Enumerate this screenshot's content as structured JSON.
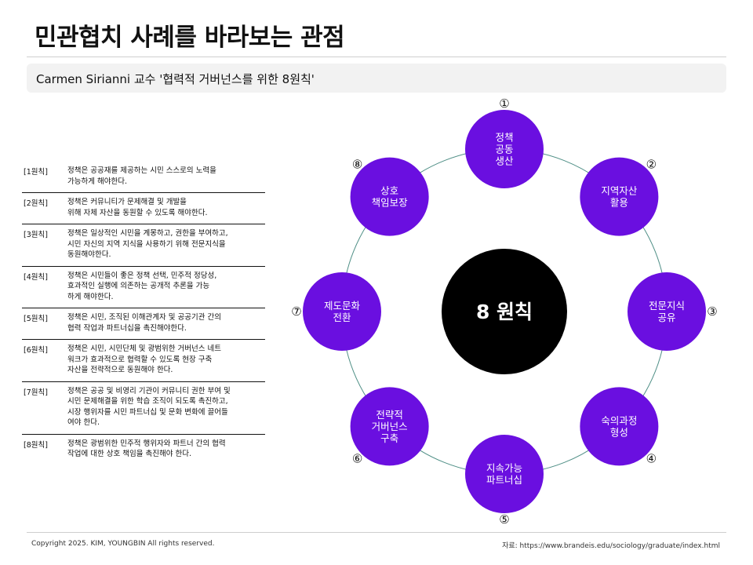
{
  "header": {
    "title": "민관협치 사례를 바라보는 관점",
    "subtitle": "Carmen Sirianni 교수 '협력적 거버넌스를 위한 8원칙'"
  },
  "principles": [
    {
      "tag": "[1원칙]",
      "text": "정책은 공공재를 제공하는 시민 스스로의 노력을\n가능하게 해야한다."
    },
    {
      "tag": "[2원칙]",
      "text": "정책은 커뮤니티가 문제해결 및 개발을\n위해 자체 자산을 동원할 수 있도록 해야한다."
    },
    {
      "tag": "[3원칙]",
      "text": "정책은 일상적인 시민을 계몽하고, 권한을 부여하고,\n시민 자신의 지역 지식을 사용하기 위해 전문지식을\n동원해야한다."
    },
    {
      "tag": "[4원칙]",
      "text": "정책은 시민들이 좋은 정책 선택, 민주적 정당성,\n효과적인 실행에 의존하는 공개적 추론을 가능\n하게 해야한다."
    },
    {
      "tag": "[5원칙]",
      "text": "정책은 시민, 조직된 이해관계자 및 공공기관 간의\n협력 작업과 파트너십을 촉진해야한다."
    },
    {
      "tag": "[6원칙]",
      "text": "정책은 시민, 시민단체 및 광범위한 거버넌스 네트\n워크가 효과적으로 협력할 수 있도록 현장 구축\n자산을 전략적으로 동원해야 한다."
    },
    {
      "tag": "[7원칙]",
      "text": "정책은 공공 및 비영리 기관이 커뮤니티 권한 부여 및\n시민 문제해결을 위한 학습 조직이 되도록 촉진하고,\n시장 행위자를 시민 파트너십 및 문화 변화에 끌어들\n여야 한다."
    },
    {
      "tag": "[8원칙]",
      "text": "정책은 광범위한 민주적 행위자와 파트너 간의 협력\n작업에 대한 상호 책임을 촉진해야 한다."
    }
  ],
  "diagram": {
    "center_label": "8 원칙",
    "nodes": [
      {
        "number": "①",
        "lines": [
          "정책",
          "공동",
          "생산"
        ]
      },
      {
        "number": "②",
        "lines": [
          "지역자산",
          "활용"
        ]
      },
      {
        "number": "③",
        "lines": [
          "전문지식",
          "공유"
        ]
      },
      {
        "number": "④",
        "lines": [
          "숙의과정",
          "형성"
        ]
      },
      {
        "number": "⑤",
        "lines": [
          "지속가능",
          "파트너십"
        ]
      },
      {
        "number": "⑥",
        "lines": [
          "전략적",
          "거버넌스",
          "구축"
        ]
      },
      {
        "number": "⑦",
        "lines": [
          "제도문화",
          "전환"
        ]
      },
      {
        "number": "⑧",
        "lines": [
          "상호",
          "책임보장"
        ]
      }
    ],
    "colors": {
      "node": "#6a0fe0",
      "center": "#000000",
      "ring": "#4f8f86"
    }
  },
  "footer": {
    "copyright": "Copyright 2025.  KIM, YOUNGBIN All rights reserved.",
    "source": "자료: https://www.brandeis.edu/sociology/graduate/index.html"
  }
}
